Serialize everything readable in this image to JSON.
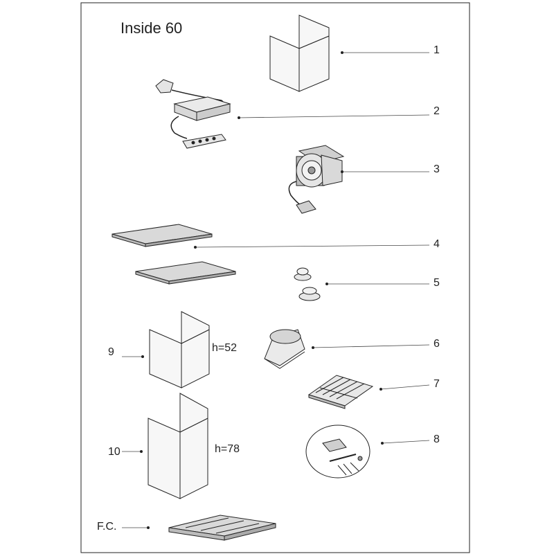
{
  "title": "Inside  60",
  "parts": [
    {
      "number": "1",
      "name": "duct-cover-upper"
    },
    {
      "number": "2",
      "name": "control-box-with-switch"
    },
    {
      "number": "3",
      "name": "motor-blower"
    },
    {
      "number": "4",
      "name": "grease-filters"
    },
    {
      "number": "5",
      "name": "lamp-holders"
    },
    {
      "number": "6",
      "name": "air-outlet-flange"
    },
    {
      "number": "7",
      "name": "grille"
    },
    {
      "number": "8",
      "name": "fixing-kit"
    },
    {
      "number": "9",
      "name": "chimney-short",
      "dimension": "h=52"
    },
    {
      "number": "10",
      "name": "chimney-long",
      "dimension": "h=78"
    },
    {
      "number": "F.C.",
      "name": "carbon-filter"
    }
  ],
  "colors": {
    "line": "#222222",
    "fill": "#f7f7f7",
    "filter_fill": "#d9d9d9"
  }
}
